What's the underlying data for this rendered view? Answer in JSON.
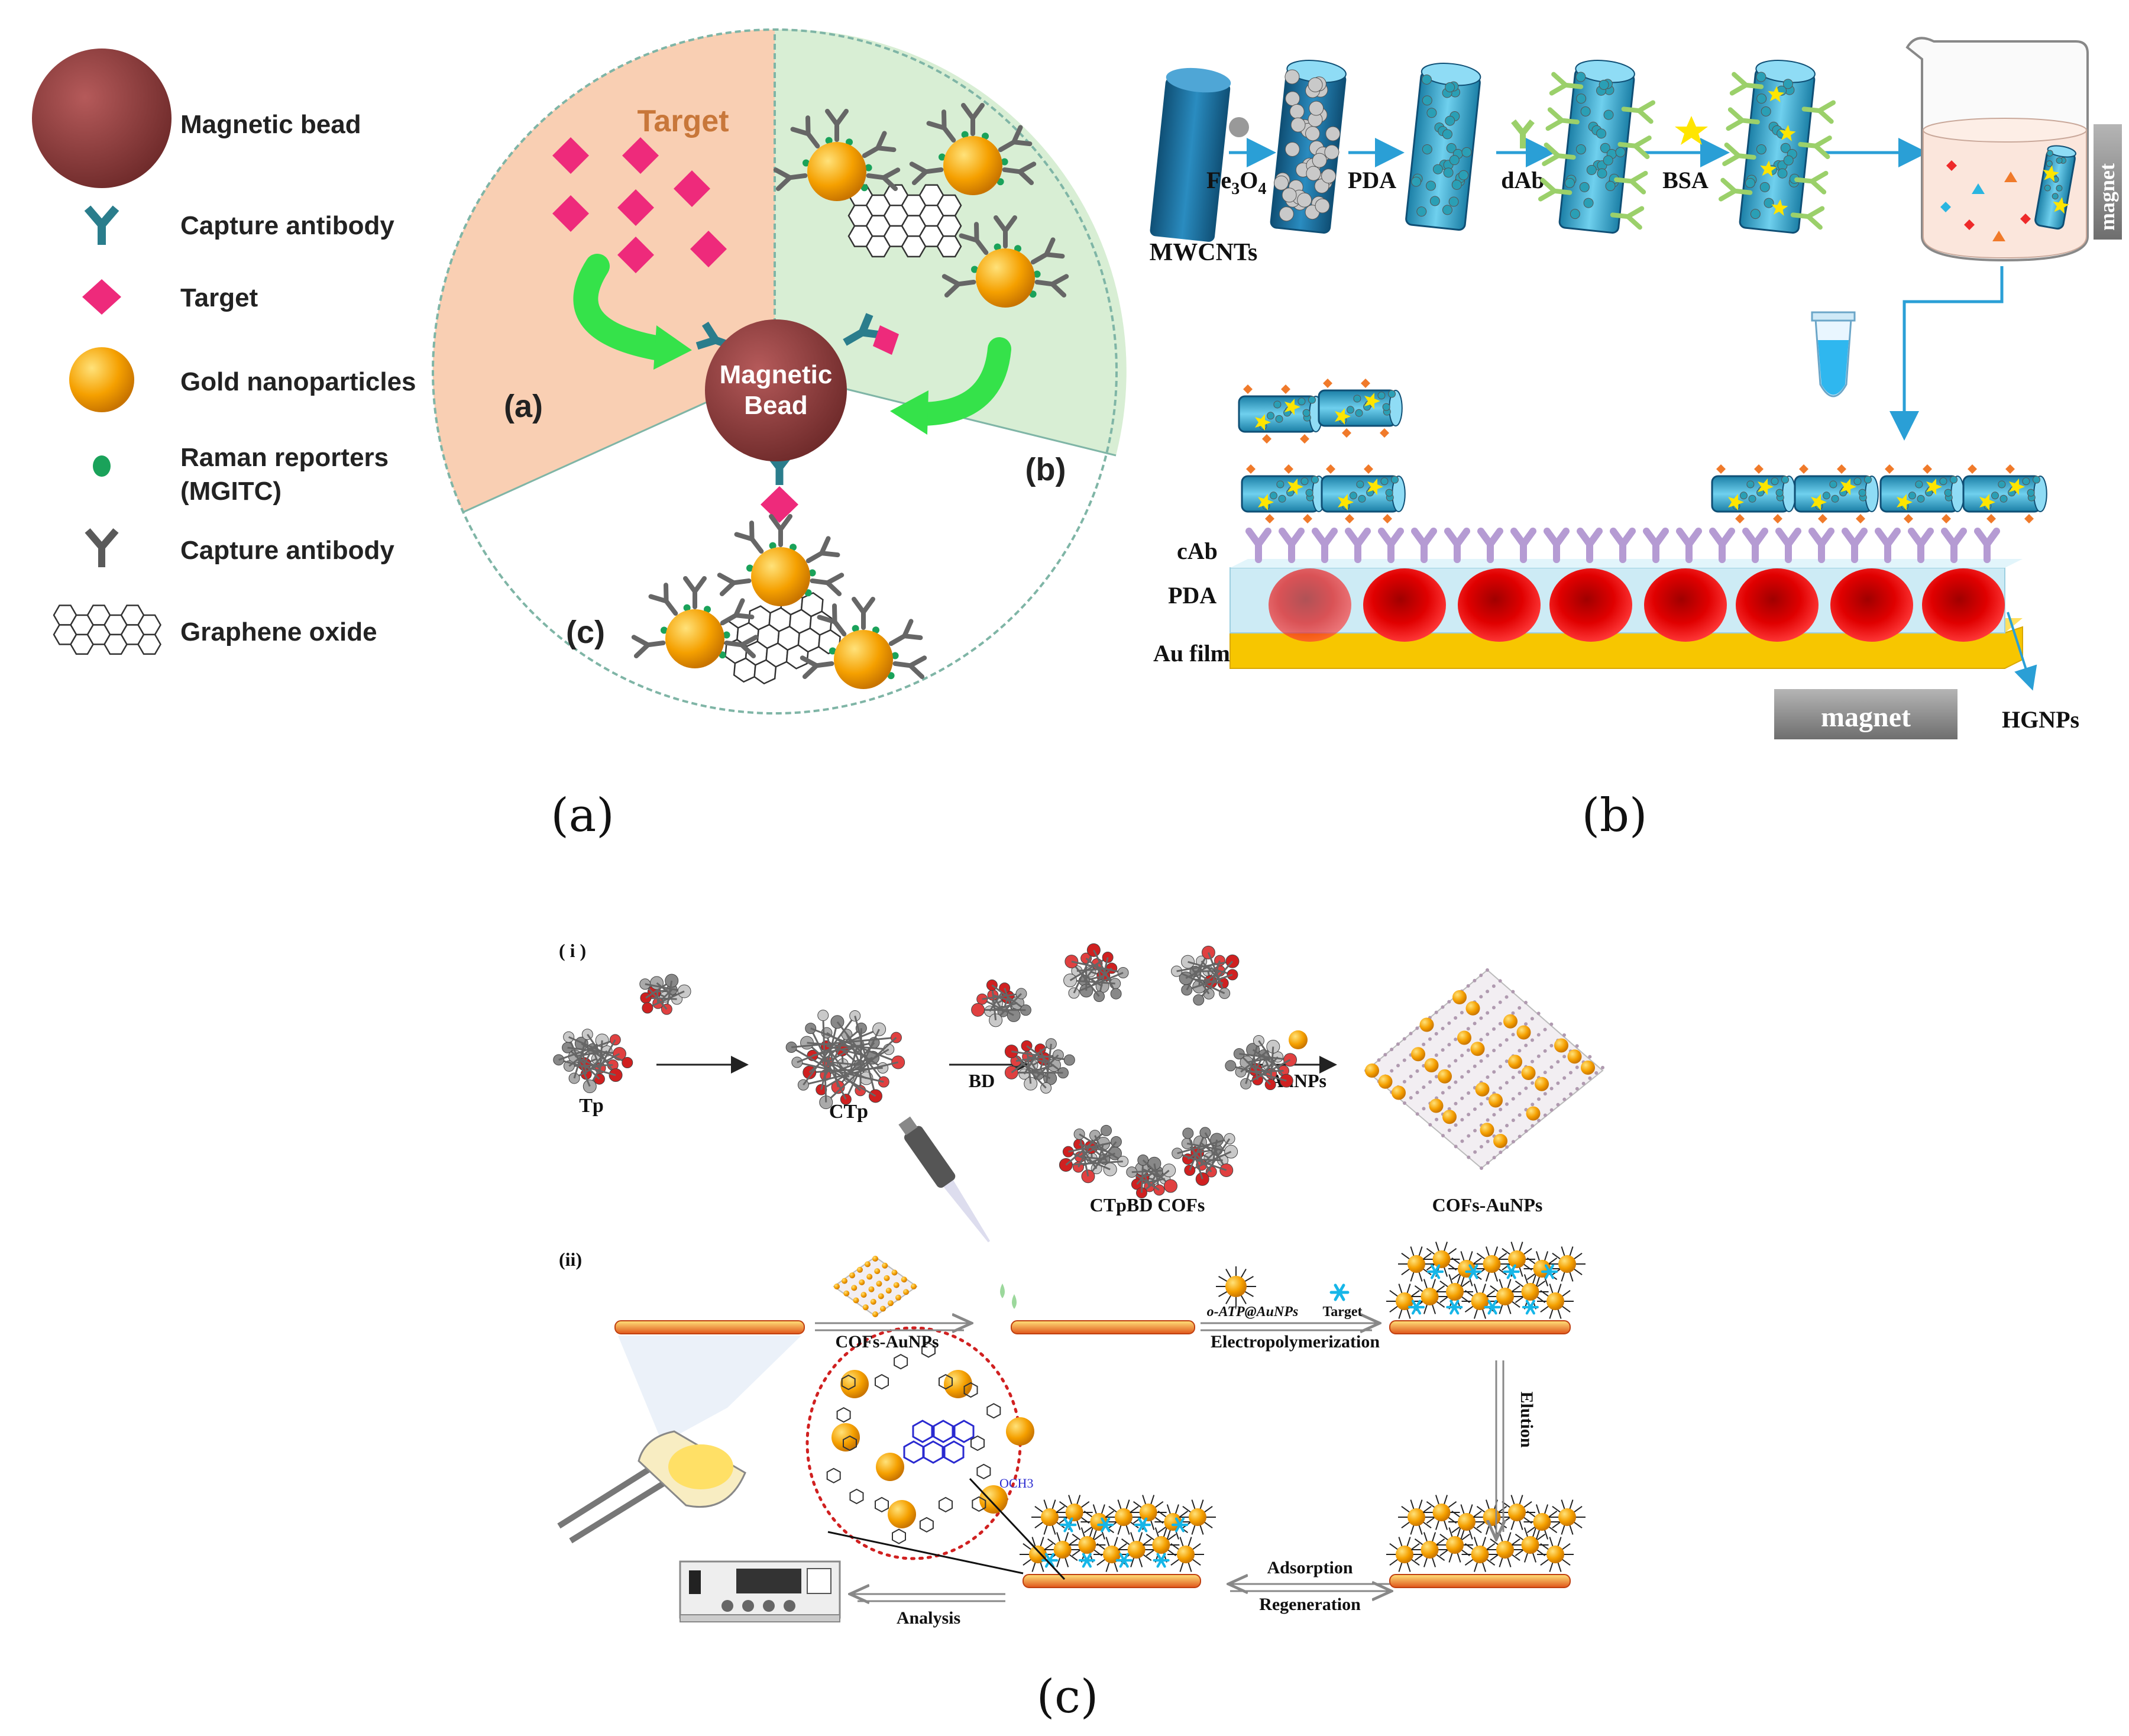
{
  "colors": {
    "bead": "#8f3b3b",
    "target": "#ee2a7b",
    "gold": "#f5a000",
    "reporter": "#1aa25a",
    "capture_ab": "#2a7d8c",
    "capture_ab2": "#5a5a5a",
    "peach": "#f9cfb3",
    "mint": "#d8eed4",
    "tube": "#1e6b96",
    "cab": "#b59bd3",
    "pda": "#cdebf5",
    "au": "#f7c600",
    "rbc": "#e00000"
  },
  "panel_a": {
    "legend": [
      {
        "icon": "magnetic-bead-icon",
        "label": "Magnetic bead"
      },
      {
        "icon": "capture-antibody-icon",
        "label": "Capture antibody"
      },
      {
        "icon": "target-icon",
        "label": "Target"
      },
      {
        "icon": "gold-nanoparticle-icon",
        "label": "Gold nanoparticles"
      },
      {
        "icon": "raman-reporter-icon",
        "label": "Raman reporters",
        "label2": "(MGITC)"
      },
      {
        "icon": "capture-antibody-gray-icon",
        "label": "Capture antibody"
      },
      {
        "icon": "graphene-oxide-icon",
        "label": "Graphene oxide"
      }
    ],
    "sector_title": "Target",
    "center_label_1": "Magnetic",
    "center_label_2": "Bead",
    "label_a": "(a)",
    "label_b": "(b)",
    "label_c": "(c)",
    "caption": "(a)"
  },
  "panel_b": {
    "steps": [
      "Fe3O4",
      "PDA",
      "dAb",
      "BSA"
    ],
    "fe_base": "Fe",
    "fe_sub1": "3",
    "fe_mid": "O",
    "fe_sub2": "4",
    "mwcnts": "MWCNTs",
    "beaker_magnet": "magnet",
    "layer_cab": "cAb",
    "layer_pda": "PDA",
    "layer_au": "Au film",
    "bottom_magnet": "magnet",
    "hgnps": "HGNPs",
    "caption": "(b)"
  },
  "panel_c": {
    "row1_tag": "( i )",
    "row2_tag": "(ii)",
    "tp": "Tp",
    "ctp": "CTp",
    "bd": "BD",
    "ctpbd": "CTpBD COFs",
    "aunps": "AuNPs",
    "cofs_aunps": "COFs-AuNPs",
    "cofs_aunps_arrow": "COFs-AuNPs",
    "o_atp": "o-ATP@AuNPs",
    "target": "Target",
    "electropoly": "Electropolymerization",
    "elution": "Elution",
    "adsorption": "Adsorption",
    "regeneration": "Regeneration",
    "analysis": "Analysis",
    "och3": "OCH3",
    "caption": "(c)"
  }
}
